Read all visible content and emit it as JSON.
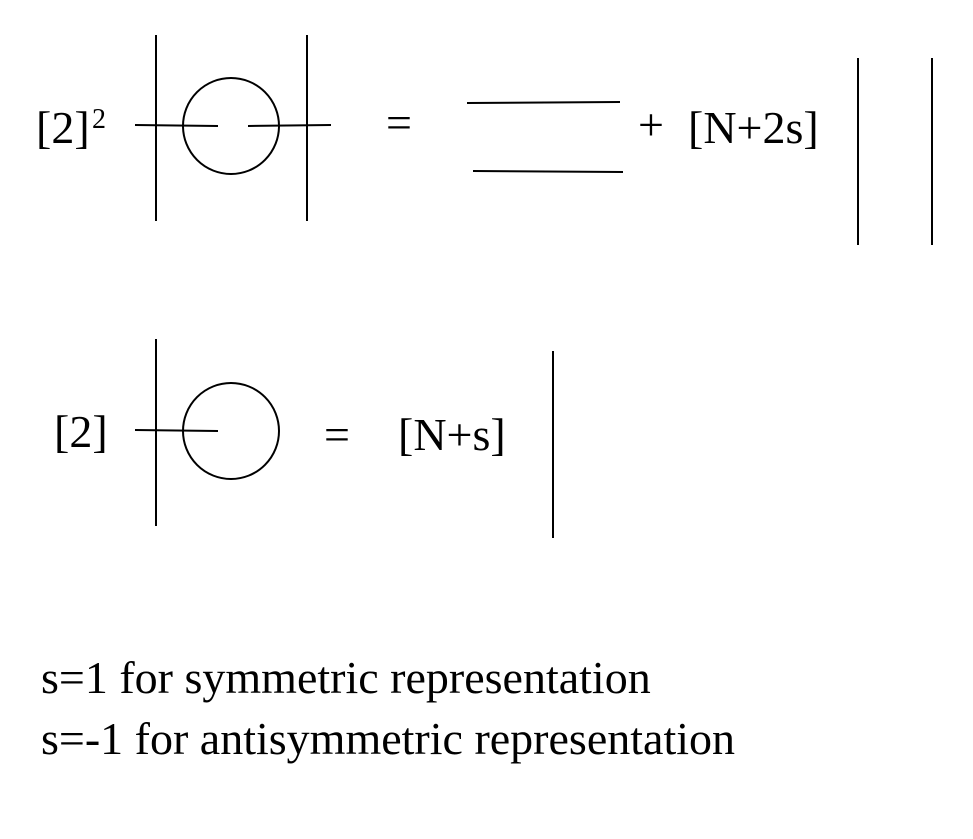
{
  "equation1": {
    "coefficient": "[2]",
    "exponent": "2",
    "equals": "=",
    "plus": "+",
    "term_coefficient": "[N+2s]"
  },
  "equation2": {
    "coefficient": "[2]",
    "equals": "=",
    "term_coefficient": "[N+s]"
  },
  "notes": [
    "s=1 for symmetric representation",
    "s=-1 for antisymmetric representation"
  ],
  "colors": {
    "ink": "#000000",
    "background": "#ffffff"
  }
}
